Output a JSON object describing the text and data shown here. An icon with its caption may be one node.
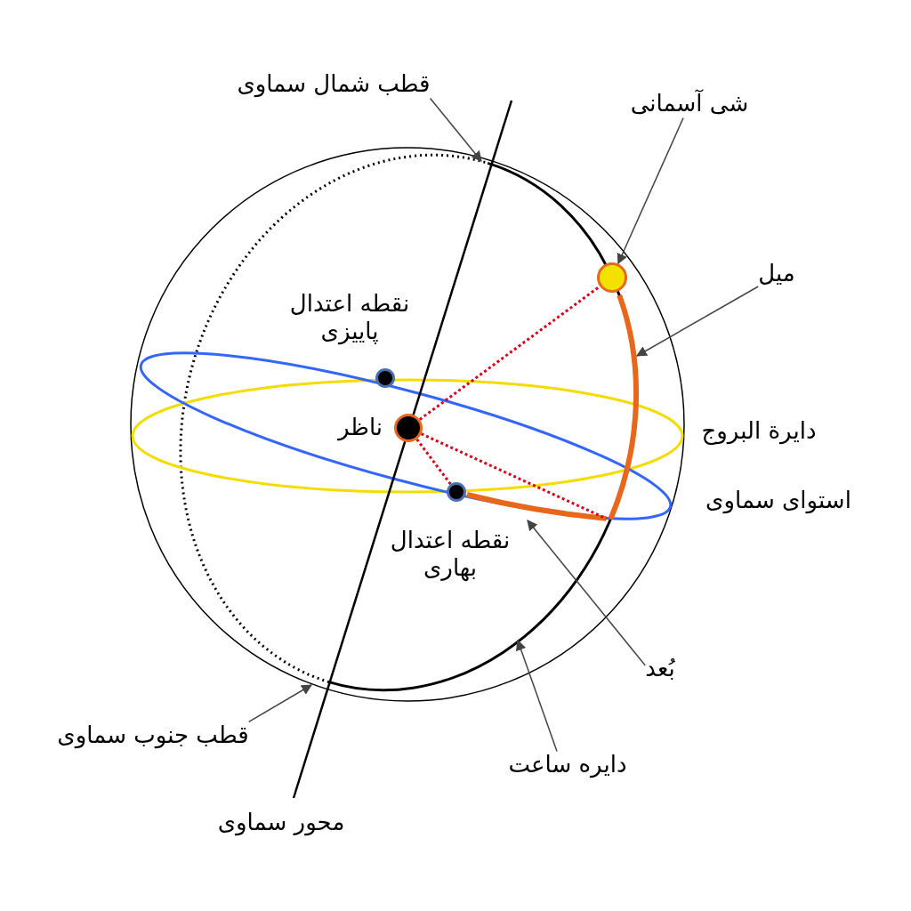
{
  "diagram": {
    "nodes": [
      {
        "text": [
          "قطب شمال سماوی"
        ]
      },
      {
        "text": [
          "شی آسمانی"
        ]
      },
      {
        "text": [],
        "shape": "circle"
      },
      {
        "text": [
          "میل"
        ]
      },
      {
        "text": [],
        "shape": "circle",
        "beside": [
          "نقطه اعتدال پاییزی"
        ]
      },
      {
        "text": [],
        "shape": "circle",
        "beside": [
          "ناظر"
        ]
      },
      {
        "text": [],
        "shape": "circle"
      },
      {
        "text": [
          "بُعد"
        ]
      },
      {
        "text": [
          "قطب جنوب سماوی"
        ]
      },
      {
        "text": [
          "دایره ساعت"
        ]
      },
      {
        "text": [],
        "shape": "arc"
      },
      {
        "text": [],
        "shape": "arc"
      }
    ],
    "edges": [
      {
        "from": 0,
        "to": null,
        "arrow": "to"
      },
      {
        "from": 1,
        "to": 2,
        "arrow": "to"
      },
      {
        "from": 3,
        "to": 10,
        "arrow": "to"
      },
      {
        "from": 5,
        "to": 2,
        "arrow": "none",
        "style": "dashed",
        "color": "#e0001b"
      },
      {
        "from": 5,
        "to": 6,
        "arrow": "none",
        "style": "dashed",
        "color": "#e0001b"
      },
      {
        "from": 5,
        "to": 11,
        "arrow": "none",
        "style": "dashed",
        "color": "#e0001b"
      },
      {
        "from": 7,
        "to": 11,
        "arrow": "to"
      },
      {
        "from": 9,
        "to": null,
        "arrow": "to"
      },
      {
        "from": 8,
        "to": null,
        "arrow": "to"
      }
    ],
    "labels": [
      "دایرة البروج",
      "استوای سماوی",
      "نقطه اعتدال بهاری",
      "محور سماوی"
    ]
  }
}
